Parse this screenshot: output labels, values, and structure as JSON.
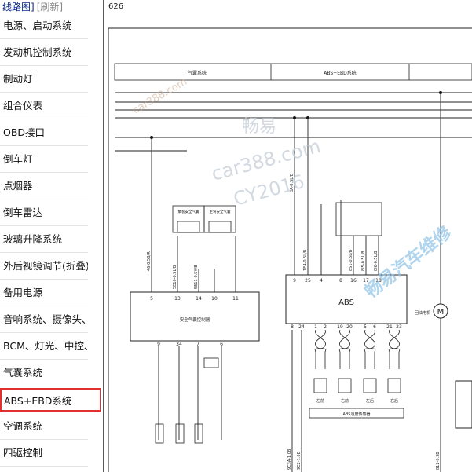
{
  "sidebar": {
    "title": "线路图]",
    "refresh": "[刷新]",
    "items": [
      {
        "label": "电源、启动系统",
        "selected": false
      },
      {
        "label": "发动机控制系统",
        "selected": false
      },
      {
        "label": "制动灯",
        "selected": false
      },
      {
        "label": "组合仪表",
        "selected": false
      },
      {
        "label": "OBD接口",
        "selected": false
      },
      {
        "label": "倒车灯",
        "selected": false
      },
      {
        "label": "点烟器",
        "selected": false
      },
      {
        "label": "倒车雷达",
        "selected": false
      },
      {
        "label": "玻璃升降系统",
        "selected": false
      },
      {
        "label": "外后视镜调节(折叠)",
        "selected": false
      },
      {
        "label": "备用电源",
        "selected": false
      },
      {
        "label": "音响系统、摄像头、雷",
        "selected": false
      },
      {
        "label": "BCM、灯光、中控、I",
        "selected": false
      },
      {
        "label": "气囊系统",
        "selected": false
      },
      {
        "label": "ABS+EBD系统",
        "selected": true
      },
      {
        "label": "空调系统",
        "selected": false
      },
      {
        "label": "四驱控制",
        "selected": false
      }
    ],
    "accent_color": "#e03030"
  },
  "viewer": {
    "page_number": "626",
    "sections": [
      "气囊系统",
      "ABS+EBD系统"
    ],
    "airbag_module": "安全气囊控制器",
    "abs_module": "ABS",
    "airbag_pins_top": [
      "5",
      "13",
      "14",
      "10",
      "11"
    ],
    "airbag_pins_bottom": [
      "9",
      "34",
      "7",
      "6"
    ],
    "abs_pins_top": [
      "9",
      "25",
      "4",
      "8",
      "16",
      "17",
      "18"
    ],
    "abs_pins_bottom": [
      "8",
      "24",
      "1",
      "2",
      "19",
      "20",
      "5",
      "6",
      "21",
      "23"
    ],
    "abs_sensor_caption": "ABS速度传感器",
    "abs_sensor_labels": [
      "左前",
      "右前",
      "左后",
      "右后"
    ],
    "motor_label": "M",
    "motor_caption": "回油电机",
    "wire_labels": [
      "46-0.5B/R",
      "5E10-0.5L/B",
      "5E11-0.5Y/B",
      "8A-0.5L/B",
      "1E4-0.5L/B",
      "8S1-0.5L/B",
      "8I5-0.5L/B",
      "8I6-0.5L/B",
      "9C3A-1.0B",
      "9C2-1.0B",
      "812-0.3B"
    ],
    "watermarks": [
      "car388.com",
      "畅易",
      "car388.com",
      "CY2016",
      "畅易汽车维修"
    ]
  }
}
